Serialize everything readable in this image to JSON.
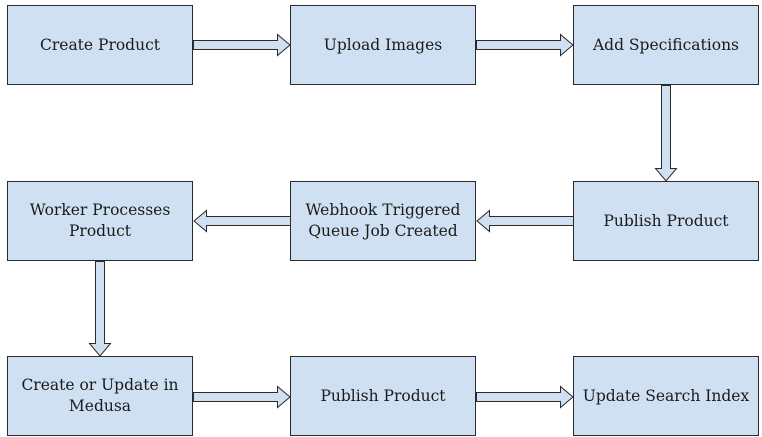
{
  "diagram": {
    "type": "flowchart",
    "colors": {
      "node_fill": "#cfe0f3",
      "border": "#2b2b2b",
      "text": "#1a1a1a"
    },
    "nodes": [
      {
        "id": "create-product",
        "label": "Create Product"
      },
      {
        "id": "upload-images",
        "label": "Upload Images"
      },
      {
        "id": "add-specifications",
        "label": "Add Specifications"
      },
      {
        "id": "publish-product-1",
        "label": "Publish Product"
      },
      {
        "id": "webhook-triggered",
        "label": "Webhook Triggered\nQueue Job Created"
      },
      {
        "id": "worker-processes",
        "label": "Worker Processes\nProduct"
      },
      {
        "id": "create-or-update",
        "label": "Create or Update in\nMedusa"
      },
      {
        "id": "publish-product-2",
        "label": "Publish Product"
      },
      {
        "id": "update-search-index",
        "label": "Update Search Index"
      }
    ],
    "edges": [
      {
        "from": "create-product",
        "to": "upload-images"
      },
      {
        "from": "upload-images",
        "to": "add-specifications"
      },
      {
        "from": "add-specifications",
        "to": "publish-product-1"
      },
      {
        "from": "publish-product-1",
        "to": "webhook-triggered"
      },
      {
        "from": "webhook-triggered",
        "to": "worker-processes"
      },
      {
        "from": "worker-processes",
        "to": "create-or-update"
      },
      {
        "from": "create-or-update",
        "to": "publish-product-2"
      },
      {
        "from": "publish-product-2",
        "to": "update-search-index"
      }
    ]
  }
}
